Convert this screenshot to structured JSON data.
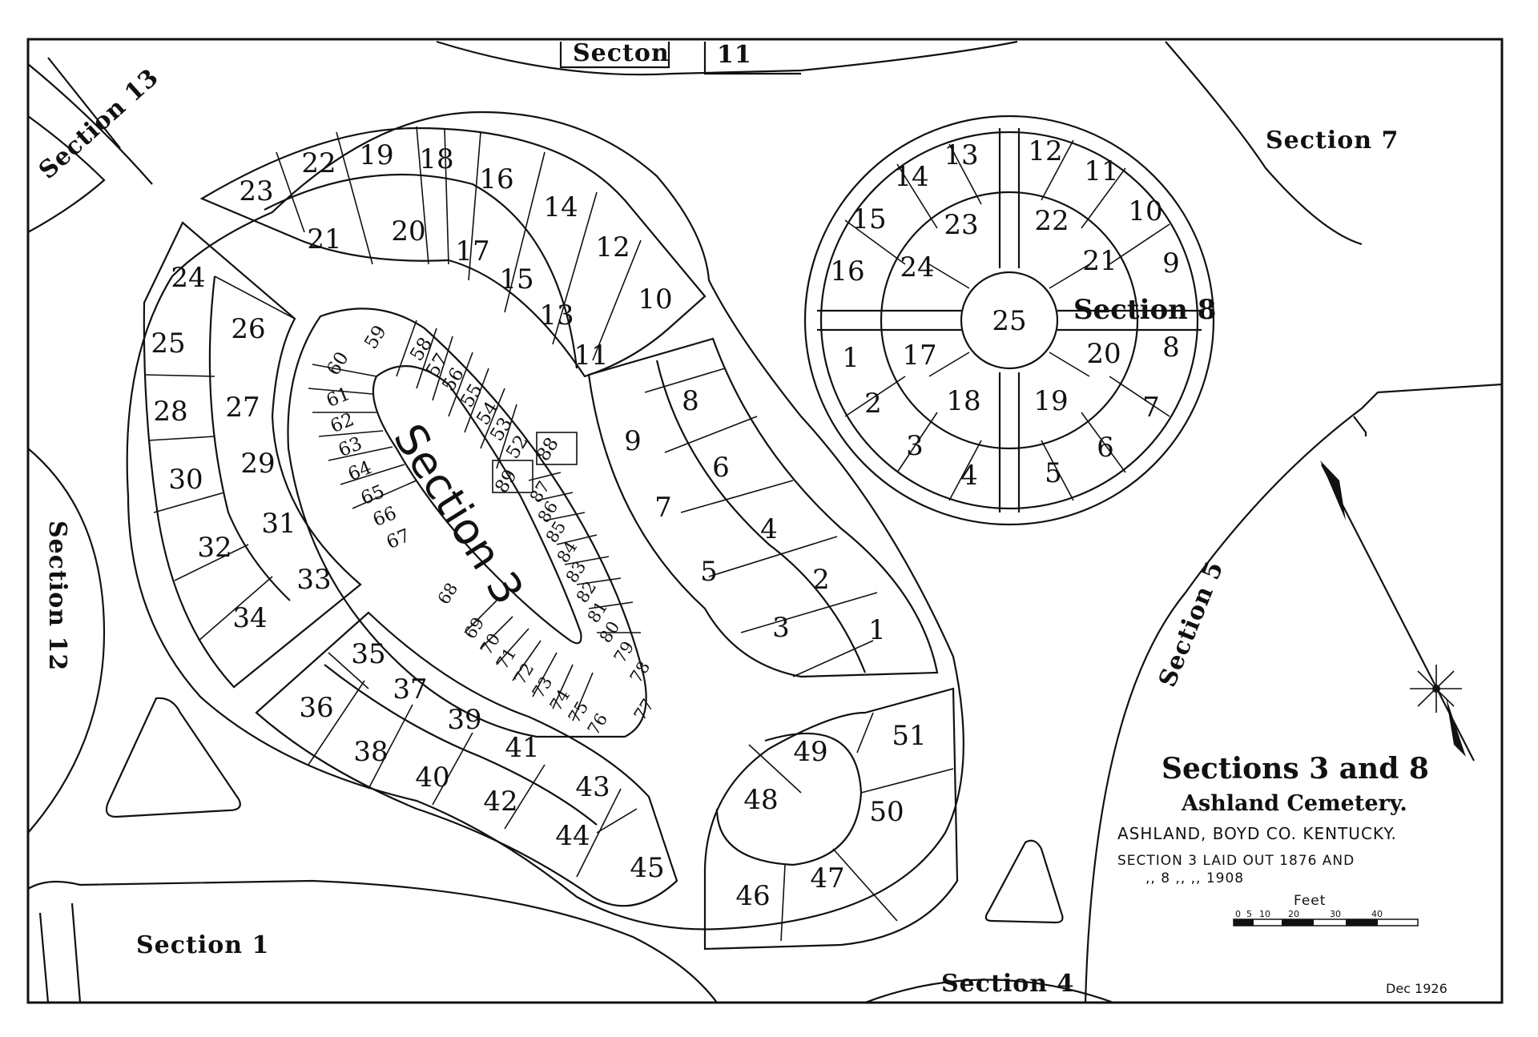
{
  "map": {
    "sections": {
      "s1": "Section 1",
      "s3": "Section 3",
      "s4": "Section 4",
      "s5": "Section 5",
      "s7": "Section 7",
      "s8": "Section 8",
      "s11a": "Secton",
      "s11b": "11",
      "s12": "Section 12",
      "s13": "Section 13"
    },
    "title": {
      "main": "Sections 3 and 8",
      "cemetery": "Ashland Cemetery.",
      "location": "ASHLAND, BOYD CO. KENTUCKY.",
      "laid1": "SECTION 3 LAID OUT 1876 AND",
      "laid2": ",,    8   ,,   ,,   1908"
    },
    "scale": {
      "label": "Feet",
      "ticks": [
        "0",
        "5",
        "10",
        "20",
        "30",
        "40"
      ]
    },
    "date": "Dec 1926",
    "lots_sec3": {
      "outer": [
        "23",
        "22",
        "19",
        "18",
        "16",
        "14",
        "12",
        "10",
        "11",
        "13",
        "15",
        "17",
        "20",
        "21",
        "24",
        "26",
        "25",
        "28",
        "27",
        "30",
        "29",
        "32",
        "31",
        "34",
        "33"
      ],
      "lower": [
        "35",
        "36",
        "37",
        "38",
        "39",
        "40",
        "41",
        "42",
        "43",
        "44",
        "45"
      ],
      "east": [
        "9",
        "8",
        "7",
        "6",
        "5",
        "4",
        "3",
        "2",
        "1"
      ],
      "south": [
        "49",
        "51",
        "48",
        "50",
        "46",
        "47"
      ],
      "inner_north": [
        "59",
        "60",
        "58",
        "57",
        "56",
        "55",
        "54",
        "53",
        "52",
        "88",
        "89"
      ],
      "inner_west": [
        "61",
        "62",
        "63",
        "64",
        "65",
        "66",
        "67"
      ],
      "inner_east": [
        "87",
        "86",
        "85",
        "84",
        "83",
        "82",
        "81",
        "80",
        "79",
        "78"
      ],
      "inner_south": [
        "68",
        "69",
        "70",
        "71",
        "72",
        "73",
        "74",
        "75",
        "76",
        "77"
      ]
    },
    "lots_sec8": {
      "outer": [
        "13",
        "14",
        "15",
        "16",
        "12",
        "11",
        "10",
        "9",
        "8",
        "7",
        "6",
        "5",
        "4",
        "3",
        "2",
        "1"
      ],
      "inner": [
        "23",
        "24",
        "22",
        "21",
        "20",
        "19",
        "18",
        "17"
      ],
      "center": "25"
    }
  }
}
